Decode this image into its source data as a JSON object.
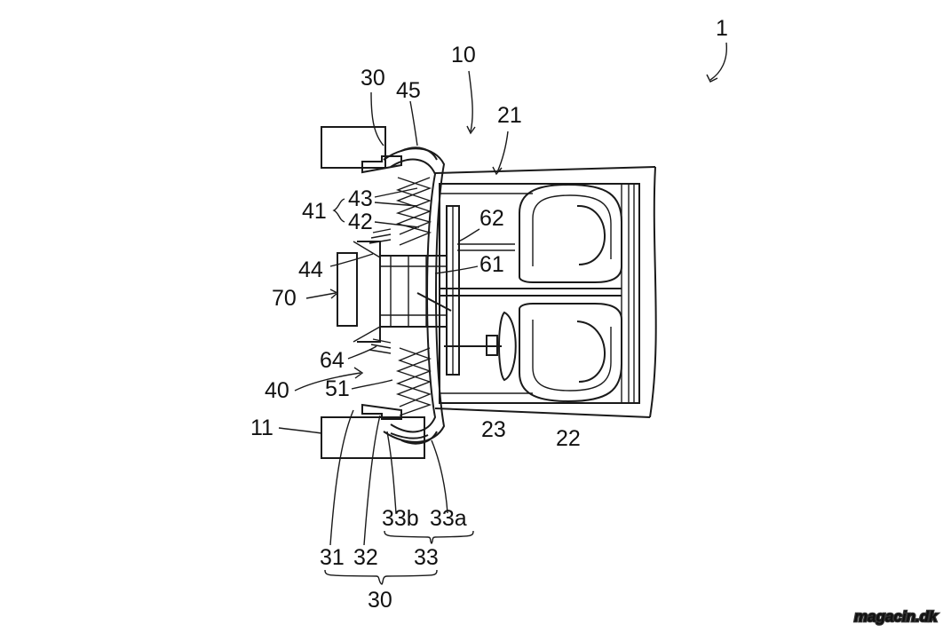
{
  "labels": {
    "l1": "1",
    "l10": "10",
    "l21": "21",
    "l30_top": "30",
    "l45": "45",
    "l41": "41",
    "l43": "43",
    "l42": "42",
    "l62": "62",
    "l61": "61",
    "l44": "44",
    "l70": "70",
    "l64": "64",
    "l40": "40",
    "l51": "51",
    "l11": "11",
    "l23": "23",
    "l22": "22",
    "l33b": "33b",
    "l33a": "33a",
    "l31": "31",
    "l32": "32",
    "l33": "33",
    "l30_bottom": "30"
  },
  "watermark": "magacin.dk"
}
